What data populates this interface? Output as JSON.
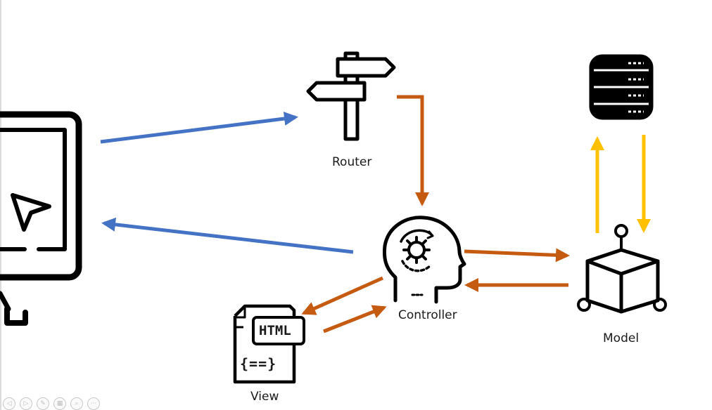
{
  "diagram": {
    "nodes": {
      "router": {
        "label": "Router",
        "icon": "signpost-icon"
      },
      "controller": {
        "label": "Controller",
        "icon": "head-gear-icon"
      },
      "model": {
        "label": "Model",
        "icon": "cube-icon"
      },
      "view": {
        "label": "View",
        "icon": "html-file-icon",
        "file_tag": "HTML",
        "code_tag": "{==}"
      },
      "database": {
        "label": "",
        "icon": "database-icon"
      },
      "client": {
        "label": "",
        "icon": "monitor-cursor-icon"
      }
    },
    "colors": {
      "request_arrow": "#4472c4",
      "flow_arrow": "#c55a11",
      "data_arrow": "#ffc000",
      "icon_stroke": "#000000"
    }
  },
  "toolbar": {
    "buttons": [
      {
        "name": "prev-slide-icon",
        "glyph": "◁"
      },
      {
        "name": "next-slide-icon",
        "glyph": "▷"
      },
      {
        "name": "pen-icon",
        "glyph": "✎"
      },
      {
        "name": "slides-grid-icon",
        "glyph": "▦"
      },
      {
        "name": "zoom-icon",
        "glyph": "⌕"
      },
      {
        "name": "more-icon",
        "glyph": "⋯"
      }
    ]
  }
}
